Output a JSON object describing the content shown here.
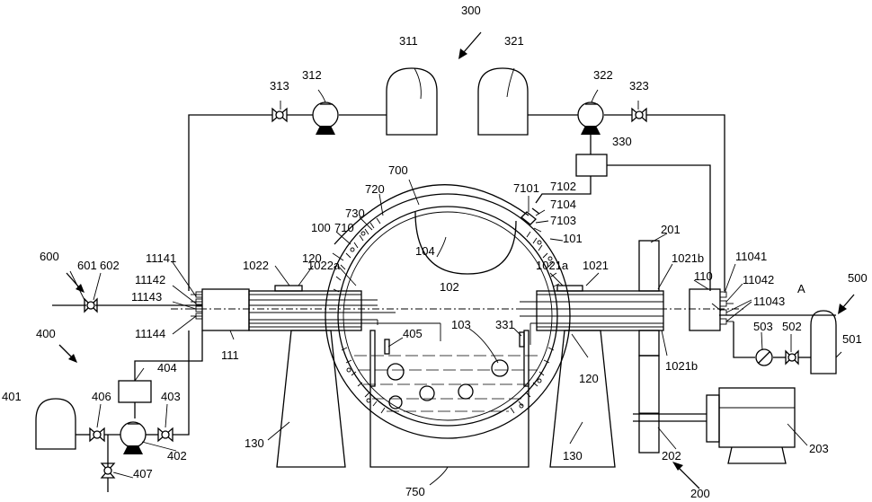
{
  "labels": {
    "l300": "300",
    "l311": "311",
    "l321": "321",
    "l312": "312",
    "l313": "313",
    "l322": "322",
    "l323": "323",
    "l330": "330",
    "l700": "700",
    "l720": "720",
    "l7101": "7101",
    "l7102": "7102",
    "l7104": "7104",
    "l7103": "7103",
    "l730": "730",
    "l100": "100",
    "l710": "710",
    "l104": "104",
    "l101": "101",
    "l11141": "11141",
    "l11142": "11142",
    "l11143": "11143",
    "l11144": "11144",
    "l600": "600",
    "l601": "601",
    "l602": "602",
    "l120a": "120",
    "l1022": "1022",
    "l1022a": "1022a",
    "l1021a": "1021a",
    "l1021": "1021",
    "l102": "102",
    "l201": "201",
    "l1021b_top": "1021b",
    "l110": "110",
    "l11041": "11041",
    "l11042": "11042",
    "l11043": "11043",
    "lA": "A",
    "l500": "500",
    "l400": "400",
    "l111": "111",
    "l405": "405",
    "l103": "103",
    "l331": "331",
    "l1021b_bot": "1021b",
    "l503": "503",
    "l502": "502",
    "l501": "501",
    "l404": "404",
    "l120b": "120",
    "l401": "401",
    "l406": "406",
    "l403": "403",
    "l402": "402",
    "l130a": "130",
    "l130b": "130",
    "l202": "202",
    "l203": "203",
    "l407": "407",
    "l750": "750",
    "l200": "200"
  }
}
